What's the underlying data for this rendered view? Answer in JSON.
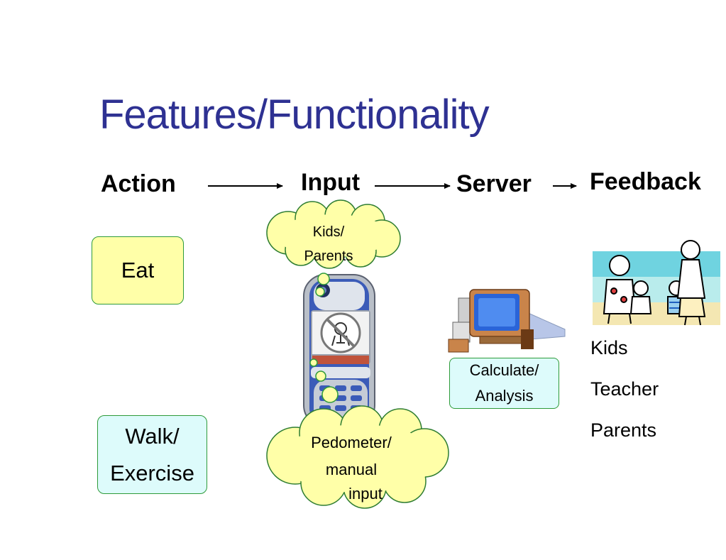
{
  "slide": {
    "title": "Features/Functionality"
  },
  "headers": {
    "action": "Action",
    "input": "Input",
    "server": "Server",
    "feedback": "Feedback"
  },
  "actions": {
    "eat": "Eat",
    "walk_line1": "Walk/",
    "walk_line2": "Exercise"
  },
  "input_clouds": {
    "top_line1": "Kids/",
    "top_line2": "Parents",
    "bottom_line1": "Pedometer/",
    "bottom_line2": "manual",
    "bottom_line3": "input"
  },
  "server": {
    "line1": "Calculate/",
    "line2": "Analysis"
  },
  "feedback_recipients": [
    "Kids",
    "Teacher",
    "Parents"
  ],
  "colors": {
    "title": "#2e3192",
    "cloud_fill": "#ffffa8",
    "eat_fill": "#ffffa8",
    "cyan_fill": "#ddfbfb",
    "box_border": "#2e9b3a"
  }
}
